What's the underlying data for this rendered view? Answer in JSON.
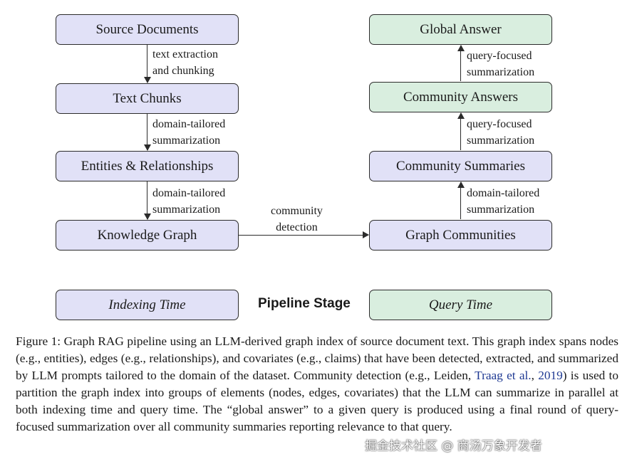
{
  "nodes": {
    "source_documents": "Source Documents",
    "text_chunks": "Text Chunks",
    "entities_relationships": "Entities & Relationships",
    "knowledge_graph": "Knowledge Graph",
    "graph_communities": "Graph Communities",
    "community_summaries": "Community Summaries",
    "community_answers": "Community Answers",
    "global_answer": "Global Answer"
  },
  "edges": {
    "e1": [
      "text extraction",
      "and chunking"
    ],
    "e2": [
      "domain-tailored",
      "summarization"
    ],
    "e3": [
      "domain-tailored",
      "summarization"
    ],
    "e4": [
      "community",
      "detection"
    ],
    "e5": [
      "domain-tailored",
      "summarization"
    ],
    "e6": [
      "query-focused",
      "summarization"
    ],
    "e7": [
      "query-focused",
      "summarization"
    ]
  },
  "legend": {
    "indexing": "Indexing Time",
    "stage": "Pipeline Stage",
    "query": "Query Time"
  },
  "caption": {
    "part1": "Figure 1:  Graph RAG pipeline using an LLM-derived graph index of source document text. This graph index spans nodes (e.g., entities), edges (e.g., relationships), and covariates (e.g., claims) that have been detected, extracted, and summarized by LLM prompts tailored to the domain of the dataset. Community detection (e.g., Leiden, ",
    "citation_author": "Traag et al.",
    "citation_sep": ", ",
    "citation_year": "2019",
    "part2": ") is used to partition the graph index into groups of elements (nodes, edges, covariates) that the LLM can summarize in parallel at both indexing time and query time. The “global answer” to a given query is produced using a final round of query-focused summarization over all community summaries reporting relevance to that query."
  },
  "watermark": "掘金技术社区 @ 商汤万象开发者",
  "colors": {
    "indexing_fill": "#e1e1f7",
    "query_fill": "#d9eedf",
    "citation_link": "#1f3a93"
  }
}
